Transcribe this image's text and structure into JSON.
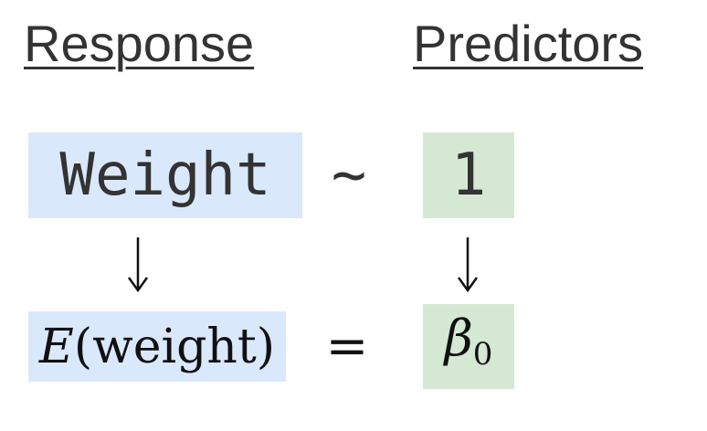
{
  "headings": {
    "response": "Response",
    "predictors": "Predictors"
  },
  "formula": {
    "response": "Weight",
    "operator": "~",
    "predictor": "1"
  },
  "model": {
    "expectation_symbol": "E",
    "open_paren": "(",
    "variable": "weight",
    "close_paren": ")",
    "equals": "=",
    "coefficient_symbol": "β",
    "coefficient_subscript": "0"
  },
  "colors": {
    "response_fill": "#dae8fc",
    "predictor_fill": "#d5e8d4",
    "text": "#333333"
  }
}
